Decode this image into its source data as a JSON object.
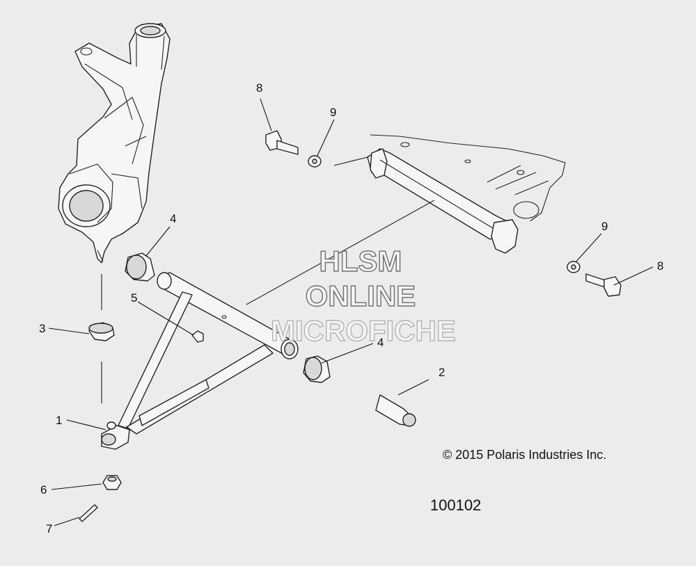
{
  "watermark": {
    "line1": "HLSM",
    "line2": "ONLINE",
    "line3": "MICROFICHE"
  },
  "copyright": "© 2015 Polaris Industries Inc.",
  "diagram_number": "100102",
  "callouts": [
    {
      "id": "c1",
      "label": "1"
    },
    {
      "id": "c2",
      "label": "2"
    },
    {
      "id": "c3",
      "label": "3"
    },
    {
      "id": "c4a",
      "label": "4"
    },
    {
      "id": "c4b",
      "label": "4"
    },
    {
      "id": "c5",
      "label": "5"
    },
    {
      "id": "c6",
      "label": "6"
    },
    {
      "id": "c7",
      "label": "7"
    },
    {
      "id": "c8a",
      "label": "8"
    },
    {
      "id": "c8b",
      "label": "8"
    },
    {
      "id": "c9a",
      "label": "9"
    },
    {
      "id": "c9b",
      "label": "9"
    }
  ]
}
